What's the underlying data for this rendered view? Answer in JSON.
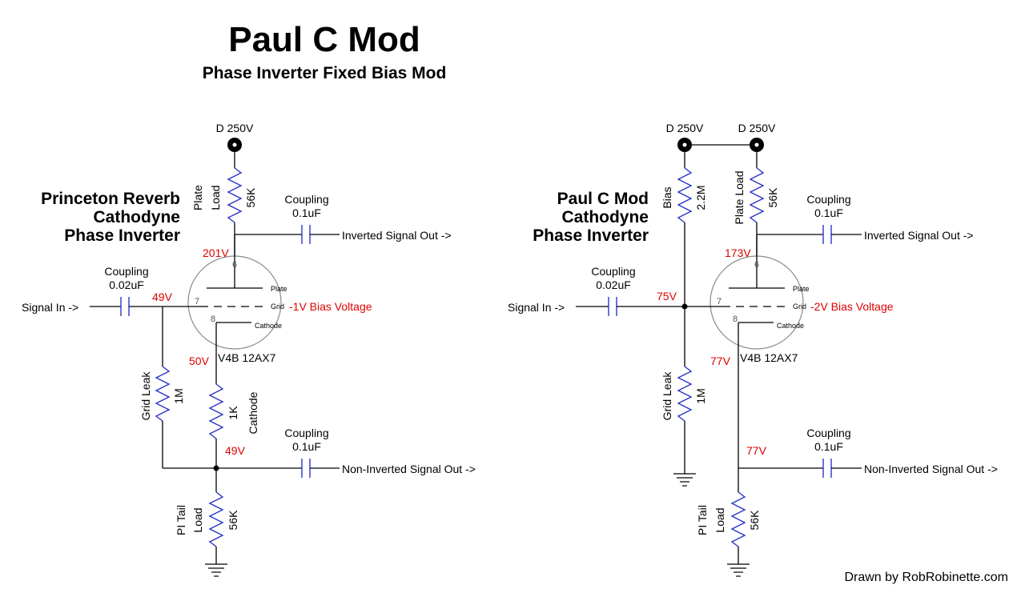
{
  "title": "Paul C Mod",
  "subtitle": "Phase Inverter Fixed Bias Mod",
  "credit": "Drawn by RobRobinette.com",
  "colors": {
    "wire": "#000000",
    "component": "#2a35c8",
    "voltage": "#e00000",
    "tube_outline": "#8a8a8a"
  },
  "icons": {
    "supply": "supply-terminal-icon",
    "ground": "ground-icon",
    "resistor": "resistor-icon",
    "capacitor": "capacitor-icon",
    "junction": "junction-dot-icon",
    "tube": "triode-tube-icon"
  },
  "left": {
    "heading": [
      "Princeton Reverb",
      "Cathodyne",
      "Phase Inverter"
    ],
    "supply": "D 250V",
    "plate_load": {
      "name1": "Plate",
      "name2": "Load",
      "value": "56K"
    },
    "grid_leak": {
      "name": "Grid Leak",
      "value": "1M"
    },
    "cathode_res": {
      "name": "Cathode",
      "value": "1K"
    },
    "tail_load": {
      "name1": "PI Tail",
      "name2": "Load",
      "value": "56K"
    },
    "coupling_in": {
      "name": "Coupling",
      "value": "0.02uF"
    },
    "coupling_inv": {
      "name": "Coupling",
      "value": "0.1uF"
    },
    "coupling_noninv": {
      "name": "Coupling",
      "value": "0.1uF"
    },
    "signal_in": "Signal In ->",
    "inverted_out": "Inverted Signal Out ->",
    "noninverted_out": "Non-Inverted Signal Out ->",
    "tube": {
      "name": "V4B 12AX7",
      "plate_label": "Plate",
      "grid_label": "Grid",
      "cathode_label": "Cathode",
      "pin_plate": "6",
      "pin_grid": "7",
      "pin_cathode": "8"
    },
    "voltages": {
      "plate": "201V",
      "grid": "49V",
      "cathode": "50V",
      "tail": "49V",
      "bias": "-1V Bias Voltage"
    }
  },
  "right": {
    "heading": [
      "Paul C Mod",
      "Cathodyne",
      "Phase Inverter"
    ],
    "supply_bias": "D 250V",
    "supply_plate": "D 250V",
    "bias_res": {
      "name": "Bias",
      "value": "2.2M"
    },
    "plate_load": {
      "name1": "Plate Load",
      "value": "56K"
    },
    "grid_leak": {
      "name": "Grid Leak",
      "value": "1M"
    },
    "tail_load": {
      "name1": "PI Tail",
      "name2": "Load",
      "value": "56K"
    },
    "coupling_in": {
      "name": "Coupling",
      "value": "0.02uF"
    },
    "coupling_inv": {
      "name": "Coupling",
      "value": "0.1uF"
    },
    "coupling_noninv": {
      "name": "Coupling",
      "value": "0.1uF"
    },
    "signal_in": "Signal In ->",
    "inverted_out": "Inverted Signal Out ->",
    "noninverted_out": "Non-Inverted Signal Out ->",
    "tube": {
      "name": "V4B 12AX7",
      "plate_label": "Plate",
      "grid_label": "Grid",
      "cathode_label": "Cathode",
      "pin_plate": "6",
      "pin_grid": "7",
      "pin_cathode": "8"
    },
    "voltages": {
      "plate": "173V",
      "grid": "75V",
      "cathode": "77V",
      "tail": "77V",
      "bias": "-2V Bias Voltage"
    }
  }
}
